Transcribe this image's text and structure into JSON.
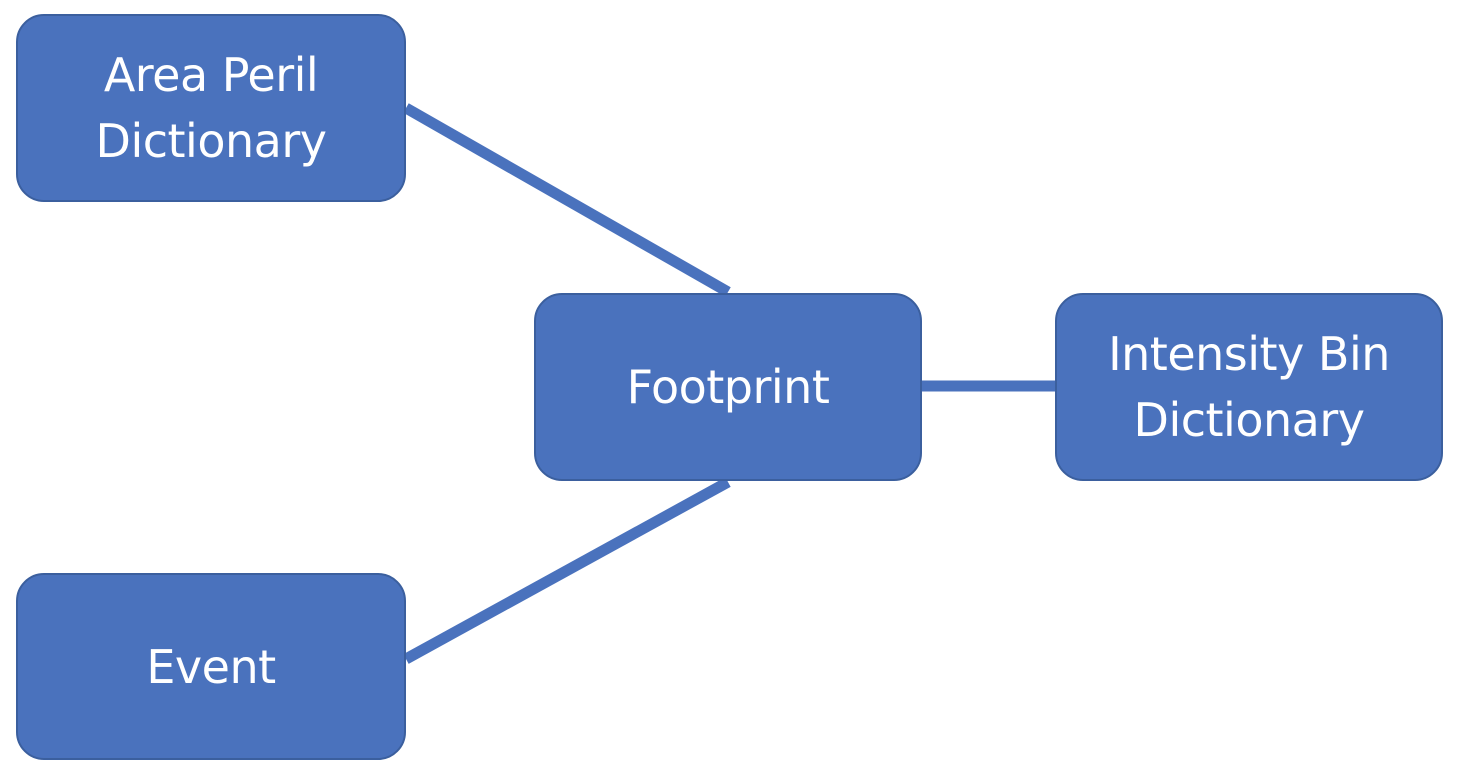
{
  "diagram": {
    "nodes": [
      {
        "id": "area_peril_dictionary",
        "lines": [
          "Area Peril",
          "Dictionary"
        ]
      },
      {
        "id": "event",
        "lines": [
          "Event"
        ]
      },
      {
        "id": "footprint",
        "lines": [
          "Footprint"
        ]
      },
      {
        "id": "intensity_bin_dictionary",
        "lines": [
          "Intensity Bin",
          "Dictionary"
        ]
      }
    ],
    "edges": [
      {
        "from": "area_peril_dictionary",
        "to": "footprint"
      },
      {
        "from": "event",
        "to": "footprint"
      },
      {
        "from": "footprint",
        "to": "intensity_bin_dictionary"
      }
    ]
  },
  "colors": {
    "node_fill": "#4a72bd",
    "node_border": "#3b5f9e",
    "node_text": "#ffffff",
    "connector": "#4a72bd",
    "background": "#ffffff"
  }
}
